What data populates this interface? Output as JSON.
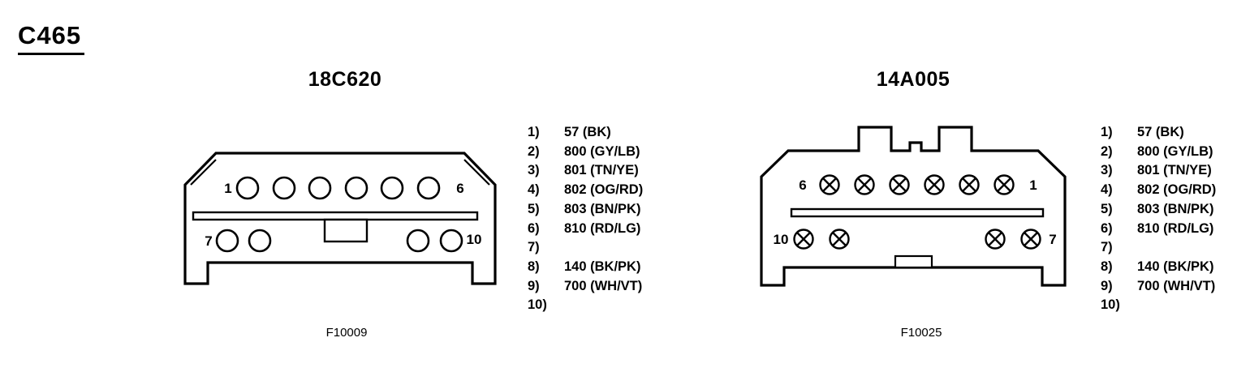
{
  "page": {
    "id_label": "C465",
    "ink_color": "#000000",
    "background_color": "#ffffff"
  },
  "connectors": {
    "left": {
      "title": "18C620",
      "figure": "F10009",
      "labels": {
        "top_first": "1",
        "top_last": "6",
        "bottom_left": "7",
        "bottom_right": "10"
      }
    },
    "right": {
      "title": "14A005",
      "figure": "F10025",
      "labels": {
        "top_first": "6",
        "top_last": "1",
        "bottom_left": "10",
        "bottom_right": "7"
      }
    }
  },
  "pins": [
    {
      "n": "1)",
      "v": "57 (BK)"
    },
    {
      "n": "2)",
      "v": "800 (GY/LB)"
    },
    {
      "n": "3)",
      "v": "801 (TN/YE)"
    },
    {
      "n": "4)",
      "v": "802 (OG/RD)"
    },
    {
      "n": "5)",
      "v": "803 (BN/PK)"
    },
    {
      "n": "6)",
      "v": "810 (RD/LG)"
    },
    {
      "n": "7)",
      "v": ""
    },
    {
      "n": "8)",
      "v": "140 (BK/PK)"
    },
    {
      "n": "9)",
      "v": "700 (WH/VT)"
    },
    {
      "n": "10)",
      "v": ""
    }
  ]
}
